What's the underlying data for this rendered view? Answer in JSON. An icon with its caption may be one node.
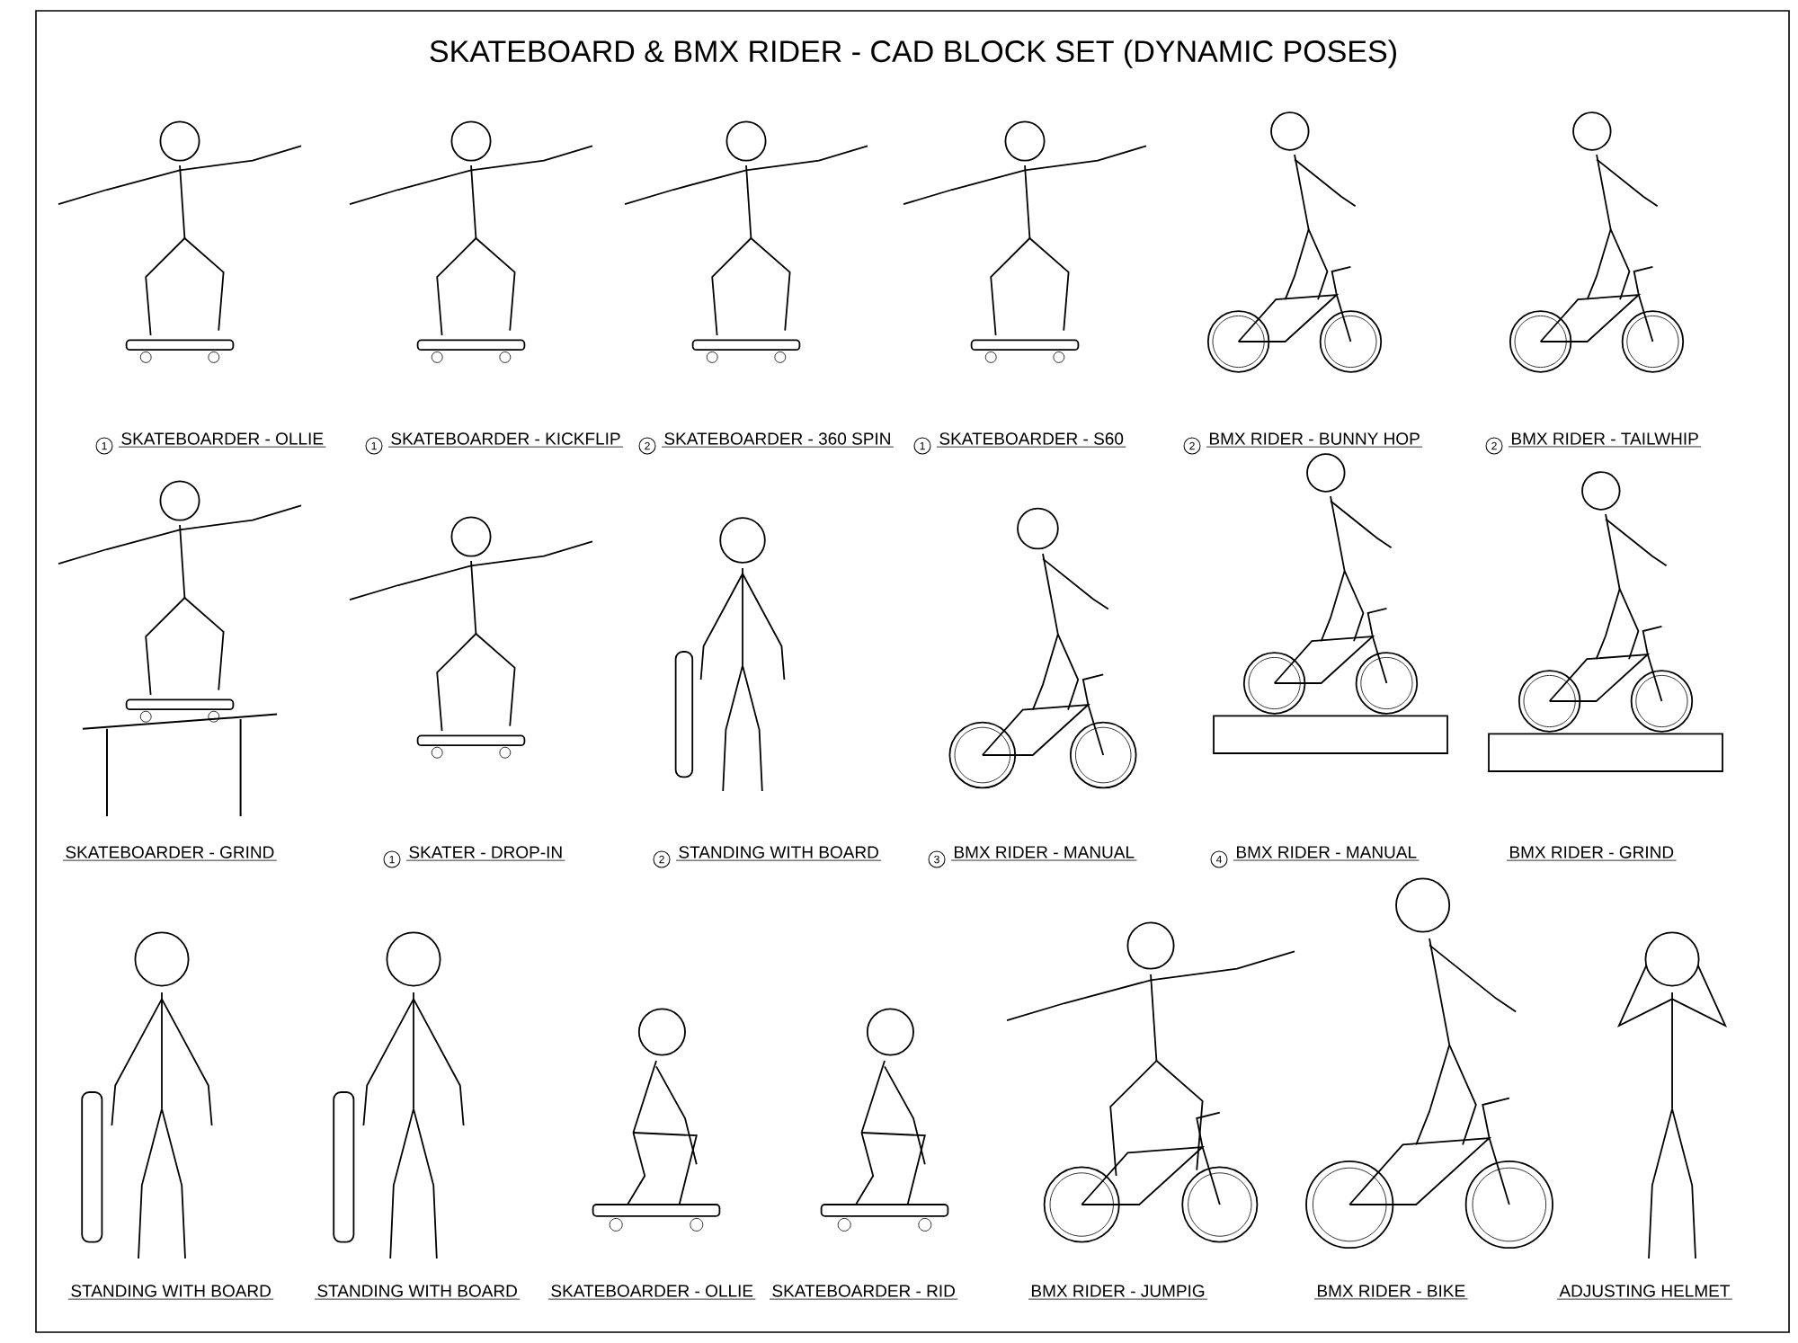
{
  "diagram": {
    "title": "SKATEBOARD & BMX RIDER - CAD BLOCK SET (DYNAMIC POSES)",
    "labels": [
      "1",
      "SKATEBOARDER - OLLIE",
      "1",
      "SKATEBOARDER - KICKFLIP",
      "2",
      "SKATEBOARDER - 360 SPIN",
      "1",
      "SKATEBOARDER - S60",
      "2",
      "BMX RIDER - BUNNY HOP",
      "2",
      "BMX RIDER - TAILWHIP",
      "SKATEBOARDER - GRIND",
      "1",
      "SKATER - DROP-IN",
      "2",
      "STANDING WITH BOARD",
      "3",
      "BMX RIDER - MANUAL",
      "4",
      "BMX RIDER - MANUAL",
      "BMX RIDER - GRIND",
      "STANDING WITH BOARD",
      "STANDING WITH BOARD",
      "SKATEBOARDER - OLLIE",
      "SKATEBOARDER - RID",
      "BMX RIDER - JUMPIG",
      "BMX RIDER - BIKE",
      "ADJUSTING HELMET"
    ]
  }
}
